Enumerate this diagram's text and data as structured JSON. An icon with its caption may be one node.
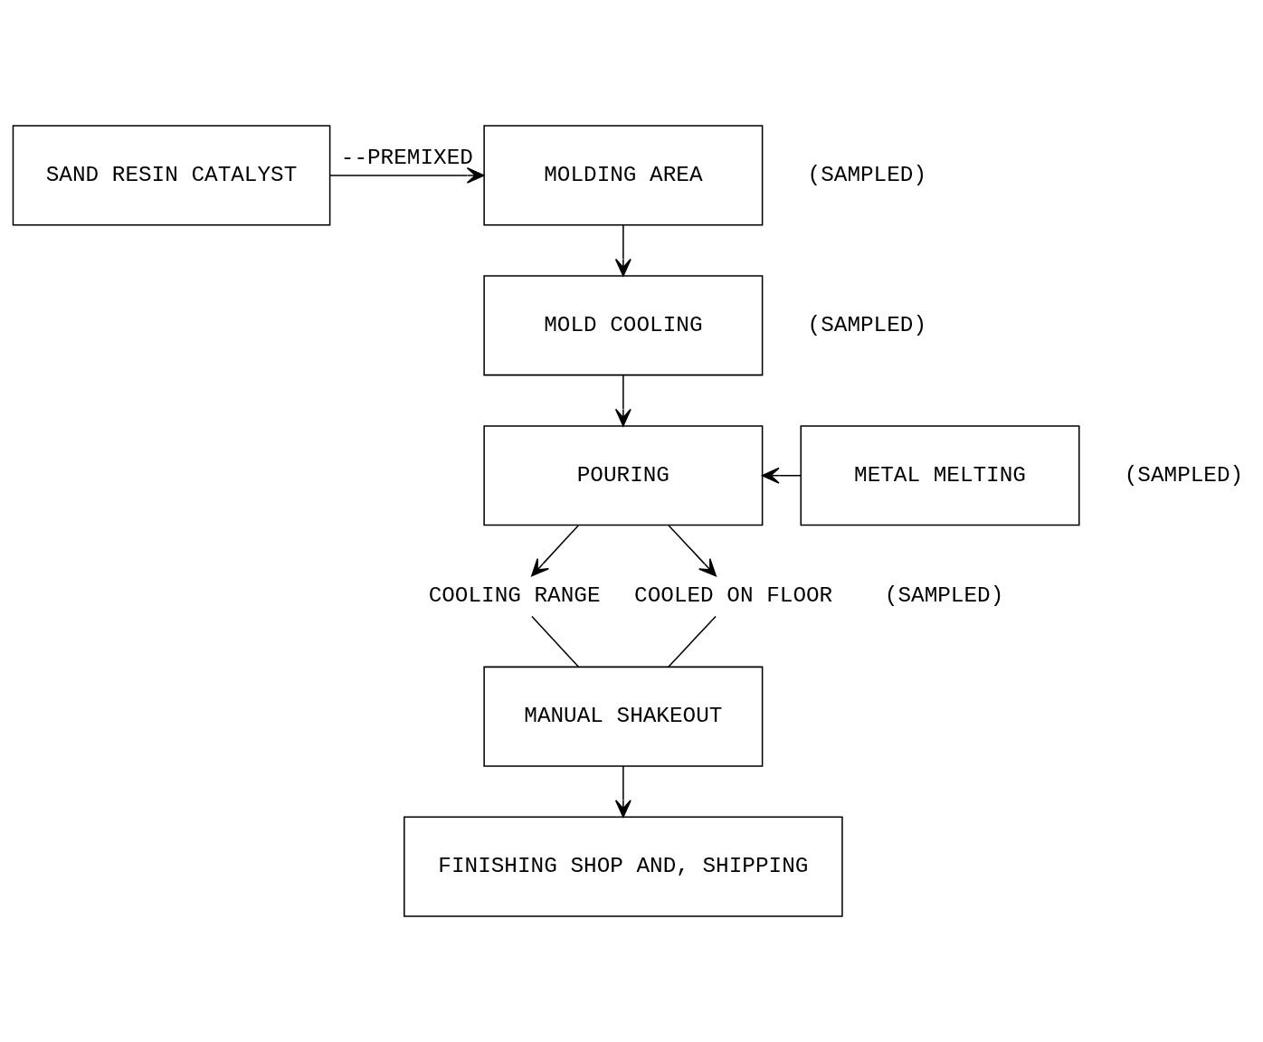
{
  "diagram": {
    "nodes": [
      {
        "text": [
          "SAND RESIN CATALYST"
        ]
      },
      {
        "text": [
          "MOLDING AREA"
        ],
        "beside": [
          "(SAMPLED)"
        ]
      },
      {
        "text": [
          "MOLD COOLING"
        ],
        "beside": [
          "(SAMPLED)"
        ]
      },
      {
        "text": [
          "POURING"
        ]
      },
      {
        "text": [
          "METAL MELTING"
        ],
        "beside": [
          "(SAMPLED)"
        ]
      },
      {
        "text": [
          "COOLING RANGE"
        ]
      },
      {
        "text": [
          "COOLED ON FLOOR"
        ],
        "beside": [
          "(SAMPLED)"
        ]
      },
      {
        "text": [
          "MANUAL SHAKEOUT"
        ]
      },
      {
        "text": [
          "FINISHING SHOP AND, SHIPPING"
        ]
      }
    ],
    "edges": [
      {
        "from": 0,
        "to": 1,
        "arrow": "to",
        "label": "--PREMIXED"
      },
      {
        "from": 1,
        "to": 2,
        "arrow": "to"
      },
      {
        "from": 2,
        "to": 3,
        "arrow": "to"
      },
      {
        "from": 4,
        "to": 3,
        "arrow": "to"
      },
      {
        "from": 3,
        "to": 5,
        "arrow": "to"
      },
      {
        "from": 3,
        "to": 6,
        "arrow": "to"
      },
      {
        "from": 5,
        "to": 7,
        "arrow": "none"
      },
      {
        "from": 6,
        "to": 7,
        "arrow": "none"
      },
      {
        "from": 7,
        "to": 8,
        "arrow": "to"
      }
    ]
  }
}
